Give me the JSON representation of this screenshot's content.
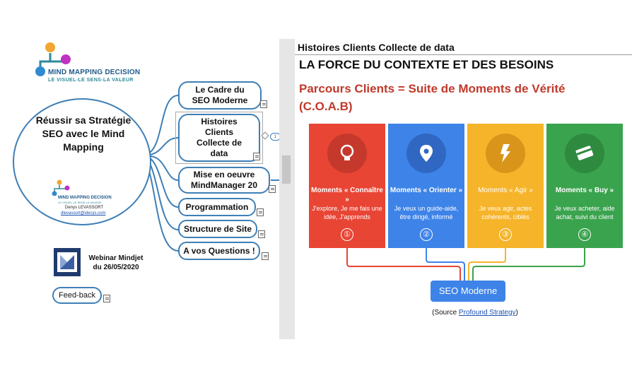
{
  "mindmap": {
    "brand": {
      "name": "MIND MAPPING DECISION",
      "tagline": "LE VISUEL-LE SENS-LA VALEUR"
    },
    "central": {
      "title": "Réussir sa Stratégie SEO avec le Mind Mapping",
      "logo_name": "MIND MAPPING DECISION",
      "logo_tagline": "LE VISUEL-LE SENS-LA VALEUR",
      "author": "Denys LEVASSORT",
      "email": "dlevassort@idecys.com"
    },
    "topics": [
      {
        "label": "Le Cadre du SEO Moderne"
      },
      {
        "label": "Histoires Clients Collecte de data"
      },
      {
        "label": "Mise en oeuvre MindManager 20"
      },
      {
        "label": "Programmation"
      },
      {
        "label": "Structure de Site"
      },
      {
        "label": "A vos Questions !"
      }
    ],
    "collapsed_count": "1",
    "webinar": "Webinar Mindjet du 26/05/2020",
    "feedback": "Feed-back"
  },
  "notes": {
    "header": "Histoires Clients Collecte de data",
    "heading": "LA FORCE DU CONTEXTE ET DES BESOINS",
    "subheading": "Parcours Clients = Suite de Moments de Vérité (C.O.A.B)",
    "cards": [
      {
        "title": "Moments « Connaître »",
        "desc": "J'explore, Je me fais une idée, J'apprends",
        "num": "①",
        "color": "#e84535",
        "circle": "#c5392c",
        "icon": "lightbulb-icon"
      },
      {
        "title": "Moments « Orienter »",
        "desc": "Je veux un guide-aide, être dirigé, informé",
        "num": "②",
        "color": "#3e83e8",
        "circle": "#2f67c2",
        "icon": "location-pin-icon"
      },
      {
        "title": "Moments « Agir »",
        "desc": "Je veux agir, actes cohérents, ciblés",
        "num": "③",
        "color": "#f6b42a",
        "circle": "#d9951a",
        "icon": "lightning-icon"
      },
      {
        "title": "Moments « Buy »",
        "desc": "Je veux acheter, aide achat, suivi du client",
        "num": "④",
        "color": "#3aa34e",
        "circle": "#2d8a3f",
        "icon": "credit-card-icon"
      }
    ],
    "target": "SEO Moderne",
    "source_prefix": "(Source ",
    "source_link": "Profound Strategy",
    "source_suffix": ")"
  }
}
